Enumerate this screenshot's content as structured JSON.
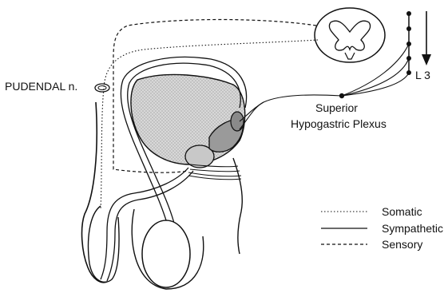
{
  "labels": {
    "pudendal": "PUDENDAL n.",
    "spinal_level": "L 3",
    "plexus_line1": "Superior",
    "plexus_line2": "Hypogastric Plexus"
  },
  "legend": {
    "somatic": "Somatic",
    "sympathetic": "Sympathetic",
    "sensory": "Sensory"
  },
  "colors": {
    "ink": "#111111",
    "bladder_fill": "#d2d2d2",
    "gland_fill": "#9a9a9a",
    "background": "#ffffff"
  }
}
